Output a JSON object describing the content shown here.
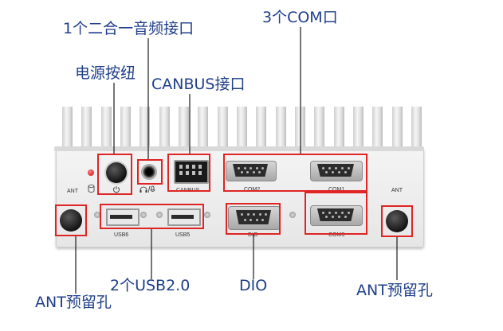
{
  "callouts": {
    "audio": "1个二合一音频接口",
    "com3": "3个COM口",
    "power": "电源按纽",
    "canbus": "CANBUS接口",
    "usb": "2个USB2.0",
    "dio": "DIO",
    "ant_left": "ANT预留孔",
    "ant_right": "ANT预留孔"
  },
  "panel_labels": {
    "ant_left": "ANT",
    "ant_right": "ANT",
    "canbus": "CANBUS",
    "com2": "COM2",
    "com1": "COM1",
    "com3": "COM3",
    "usb6": "USB6",
    "usb5": "USB5",
    "dio": "DIO"
  },
  "colors": {
    "callout_text": "#1f3f8a",
    "highlight_box": "#e02424",
    "leader_line": "#1a1a1a",
    "chassis": "#ececec"
  },
  "icons": [
    "power-icon",
    "storage-icon",
    "headset-mic-icon"
  ]
}
